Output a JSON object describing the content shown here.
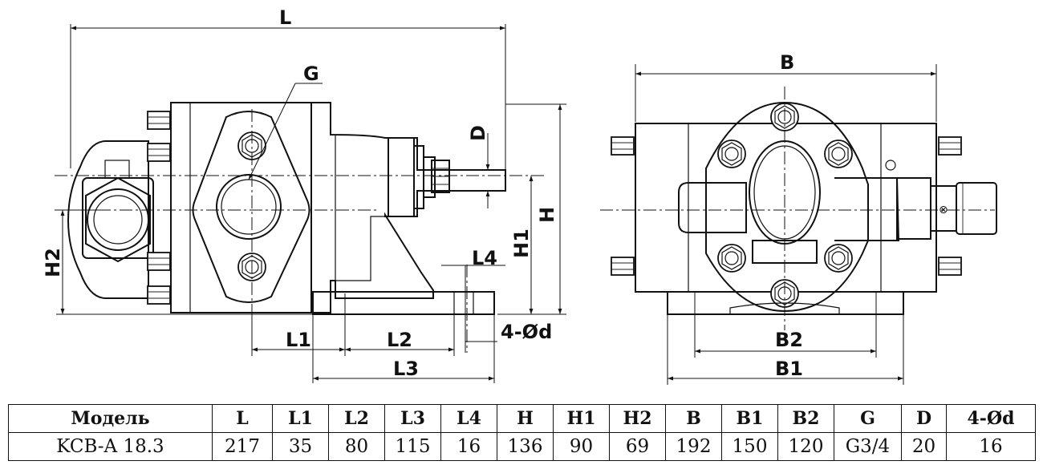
{
  "drawing": {
    "labels": {
      "L": "L",
      "G": "G",
      "D": "D",
      "H": "H",
      "H1": "H1",
      "H2": "H2",
      "L1": "L1",
      "L2": "L2",
      "L3": "L3",
      "L4": "L4",
      "d": "4-Ød",
      "B": "B",
      "B1": "B1",
      "B2": "B2"
    }
  },
  "table": {
    "headers": [
      "Модель",
      "L",
      "L1",
      "L2",
      "L3",
      "L4",
      "H",
      "H1",
      "H2",
      "B",
      "B1",
      "B2",
      "G",
      "D",
      "4-Ød"
    ],
    "row": [
      "KCB-A 18.3",
      "217",
      "35",
      "80",
      "115",
      "16",
      "136",
      "90",
      "69",
      "192",
      "150",
      "120",
      "G3/4",
      "20",
      "16"
    ]
  }
}
